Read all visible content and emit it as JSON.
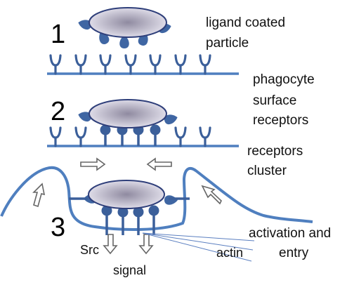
{
  "colors": {
    "membrane": "#4f7fbf",
    "receptor": "#3b5f9a",
    "ligand": "#3f66a3",
    "particle_center": "#b7b3c2",
    "particle_edge": "#2f3f7a",
    "arrow_outline": "#666666"
  },
  "steps": {
    "step1": "1",
    "step2": "2",
    "step3": "3"
  },
  "labels": {
    "ligand_coated": "ligand coated",
    "particle": "particle",
    "phagocyte": "phagocyte",
    "surface": "surface",
    "receptors": "receptors",
    "receptors2": "receptors",
    "cluster": "cluster",
    "activation_and": "activation and",
    "entry": "entry",
    "actin": "actin",
    "src": "Src",
    "signal": "signal"
  }
}
